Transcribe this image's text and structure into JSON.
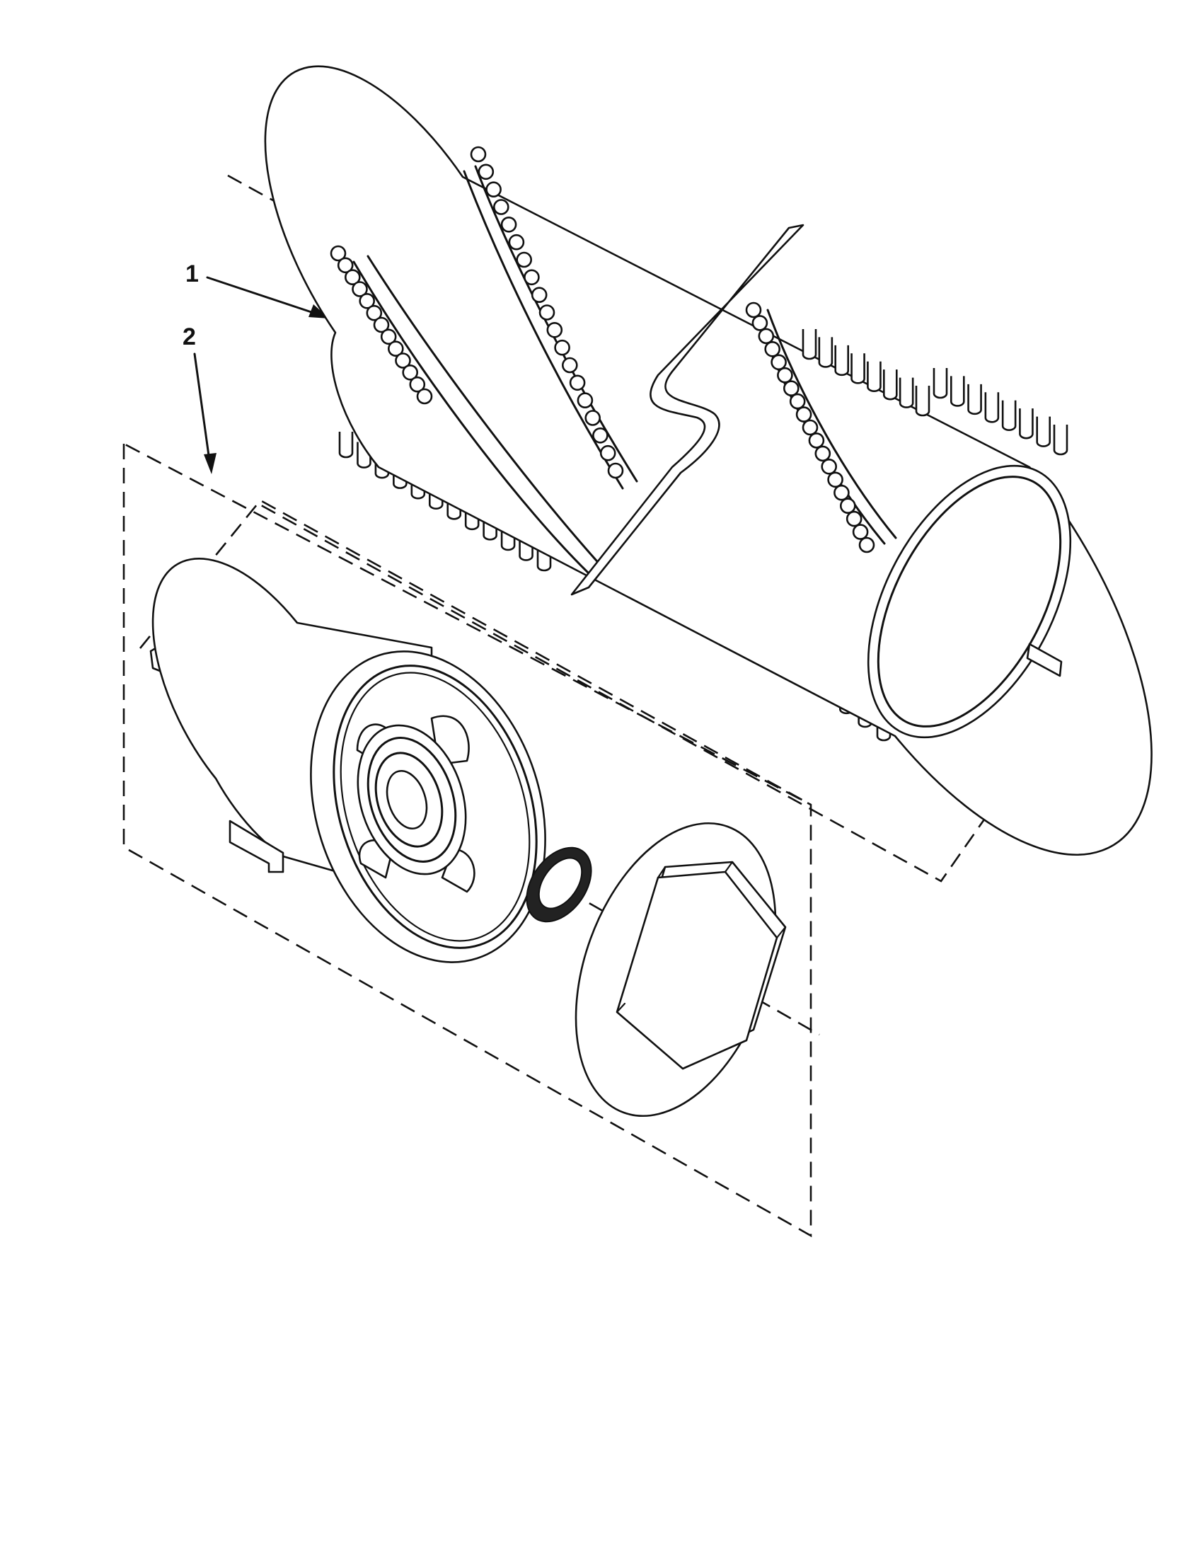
{
  "callouts": [
    {
      "id": "1",
      "label": "1"
    },
    {
      "id": "2",
      "label": "2"
    }
  ],
  "parts": [
    {
      "ref": "1",
      "name": "brush-roll-icon"
    },
    {
      "ref": "2",
      "name": "end-cap-assembly-icon"
    }
  ],
  "colors": {
    "line": "#111111",
    "background": "#ffffff"
  }
}
